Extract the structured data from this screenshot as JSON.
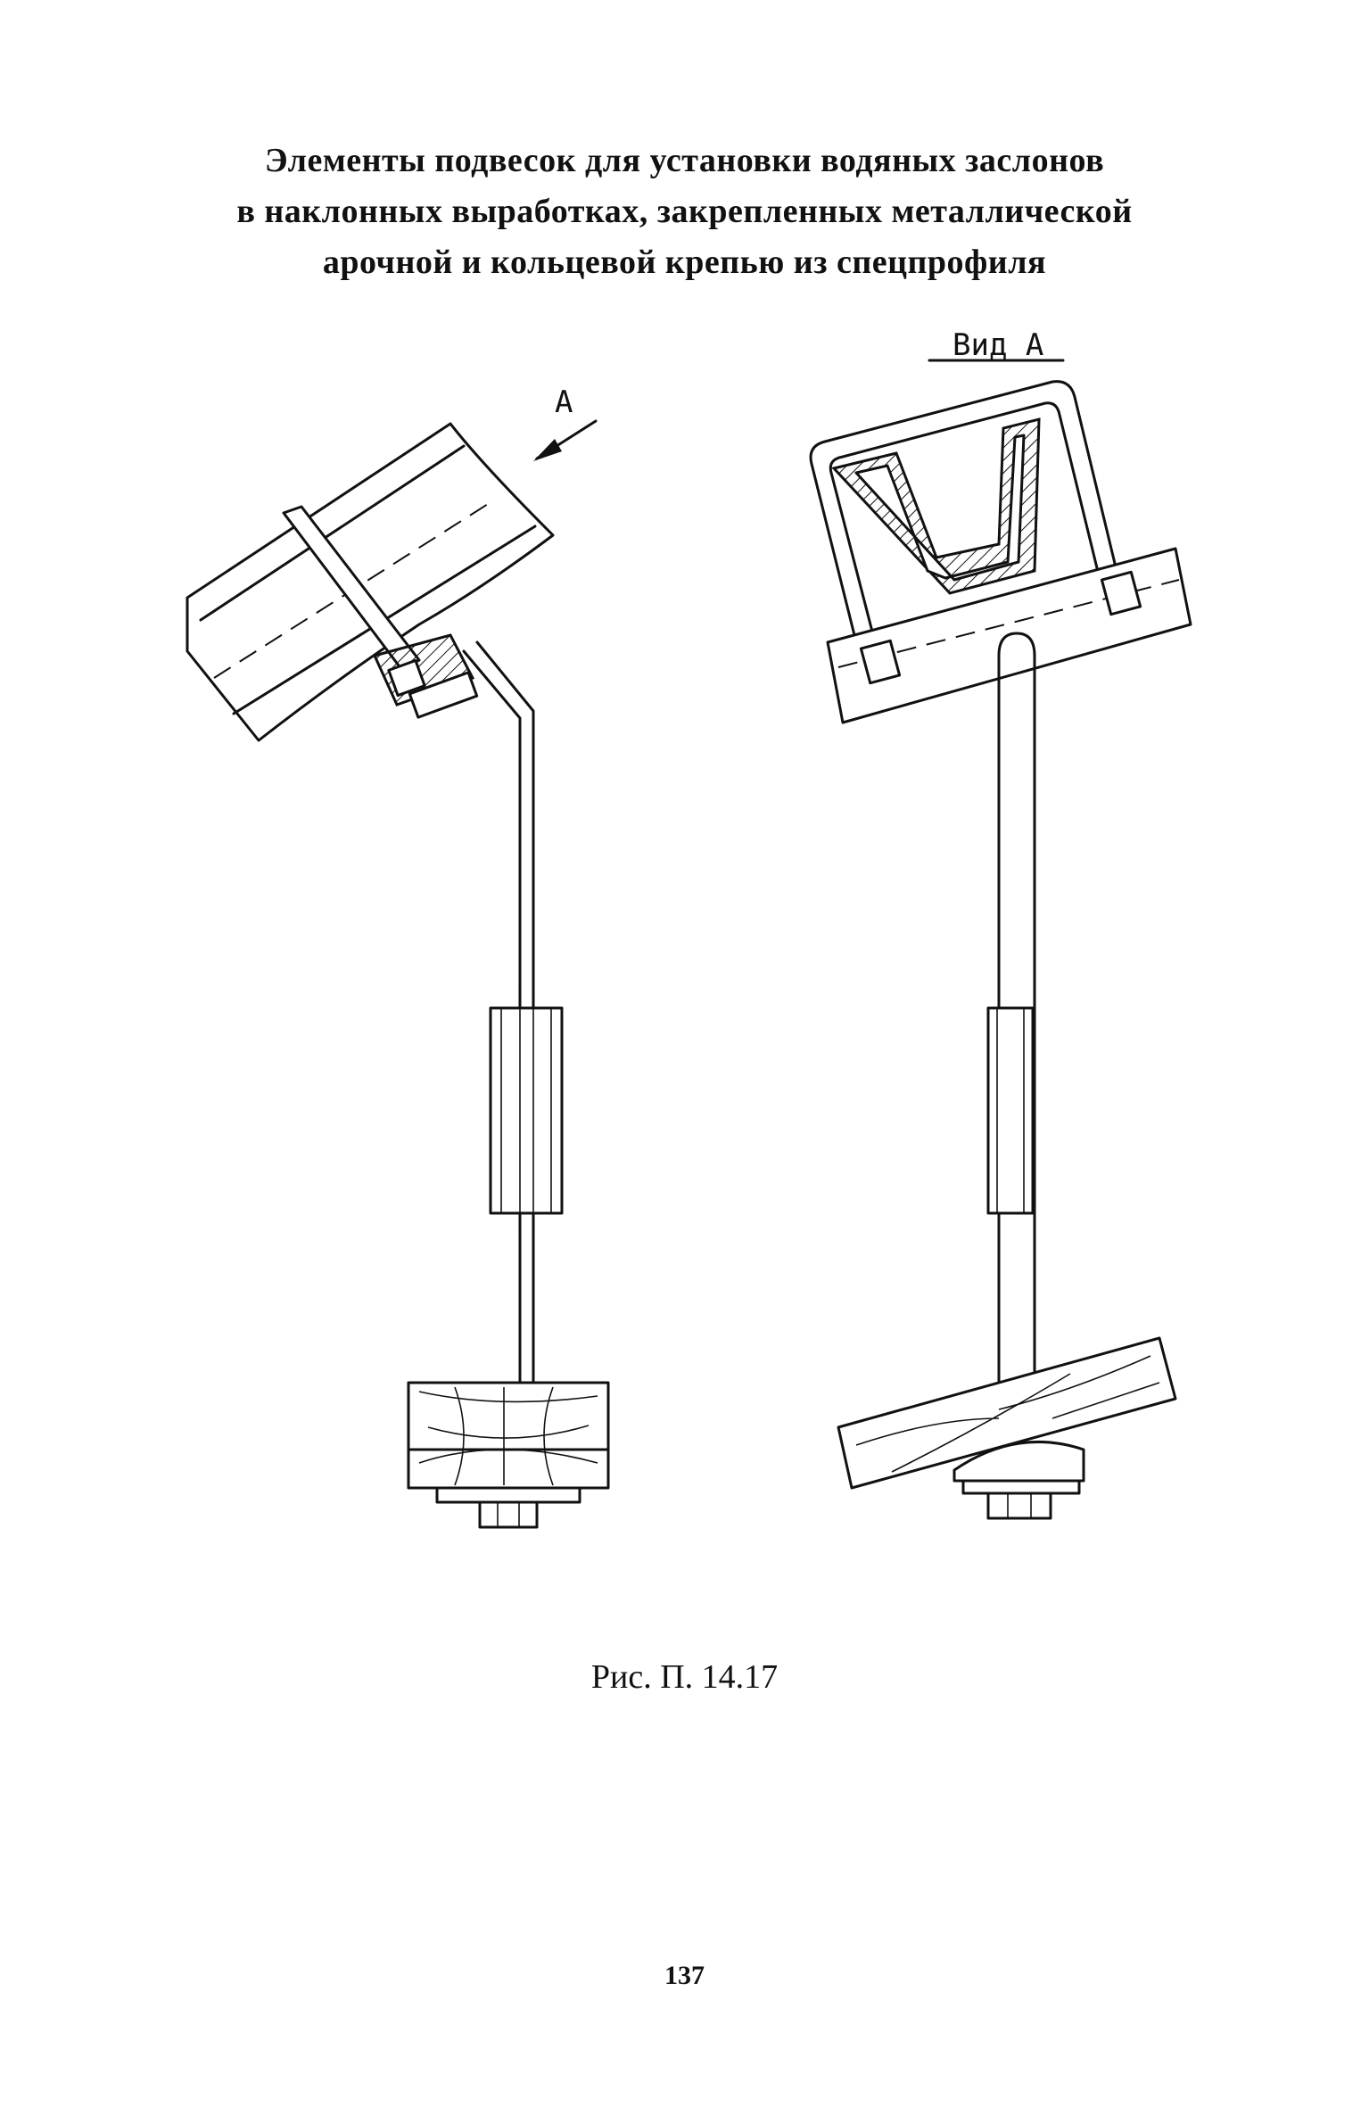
{
  "heading": [
    "Элементы подвесок для установки водяных заслонов",
    "в наклонных выработках, закрепленных металлической",
    "арочной и кольцевой крепью из спецпрофиля"
  ],
  "labels": {
    "arrow": "А",
    "view": "Вид А"
  },
  "figure_caption": "Рис. П. 14.17",
  "page_number": "137"
}
